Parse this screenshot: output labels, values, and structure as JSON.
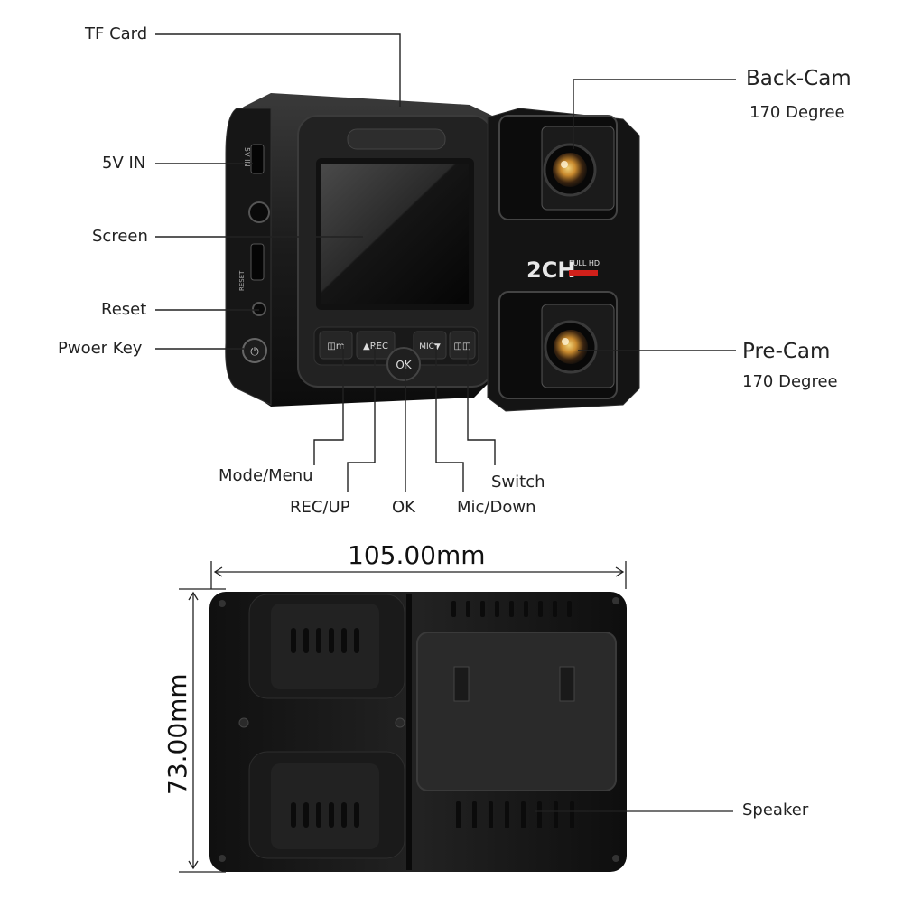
{
  "labels": {
    "tf_card": "TF Card",
    "five_v_in": "5V IN",
    "screen": "Screen",
    "reset": "Reset",
    "power_key": "Pwoer Key",
    "back_cam": "Back-Cam",
    "back_cam_angle": "170 Degree",
    "pre_cam": "Pre-Cam",
    "pre_cam_angle": "170 Degree",
    "mode_menu": "Mode/Menu",
    "rec_up": "REC/UP",
    "ok": "OK",
    "mic_down": "Mic/Down",
    "switch": "Switch",
    "speaker": "Speaker"
  },
  "dimensions": {
    "width": "105.00mm",
    "height": "73.00mm"
  },
  "device_text": {
    "logo_main": "2CH",
    "logo_full": "FULL HD",
    "side_5v": "5V IN",
    "side_reset": "RESET",
    "btn_rec": "▲REC",
    "btn_mic": "MIC▼",
    "btn_ok": "OK"
  },
  "colors": {
    "body": "#1a1a1a",
    "lens_amber": "#c98a2e",
    "logo_red": "#d0201a"
  }
}
